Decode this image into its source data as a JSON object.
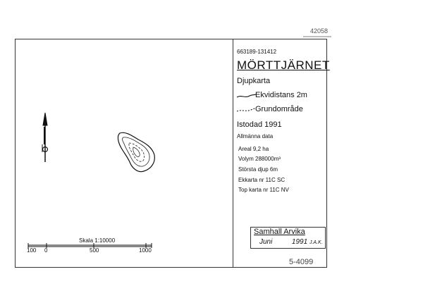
{
  "sheet": {
    "reference_top": "42058",
    "reference_bottom": "5-4099"
  },
  "legend": {
    "code": "663189-131412",
    "lake_name": "MÖRTTJÄRNET",
    "map_type": "Djupkarta",
    "contour_label": "Ekvidistans 2m",
    "shallow_label": "Grundområde",
    "revised": "Istodad 1991",
    "facts_title": "Allmänna data",
    "facts": [
      "Areal 9,2 ha",
      "Volym 288000m³",
      "Största djup 6m",
      "Ekkarta nr 11C SC",
      "Top karta nr 11C NV"
    ]
  },
  "scale": {
    "label": "Skala 1:10000",
    "ticks": [
      "100",
      "0",
      "500",
      "1000"
    ]
  },
  "stamp": {
    "place": "Samhall Arvika",
    "month": "Juni",
    "year": "1991",
    "initials": "J.A.K."
  },
  "icons": {
    "north_arrow": "north-arrow-icon",
    "contour_line": "contour-line-icon",
    "shallow_line": "shallow-line-icon"
  },
  "colors": {
    "ink": "#111111",
    "paper": "#ffffff"
  }
}
